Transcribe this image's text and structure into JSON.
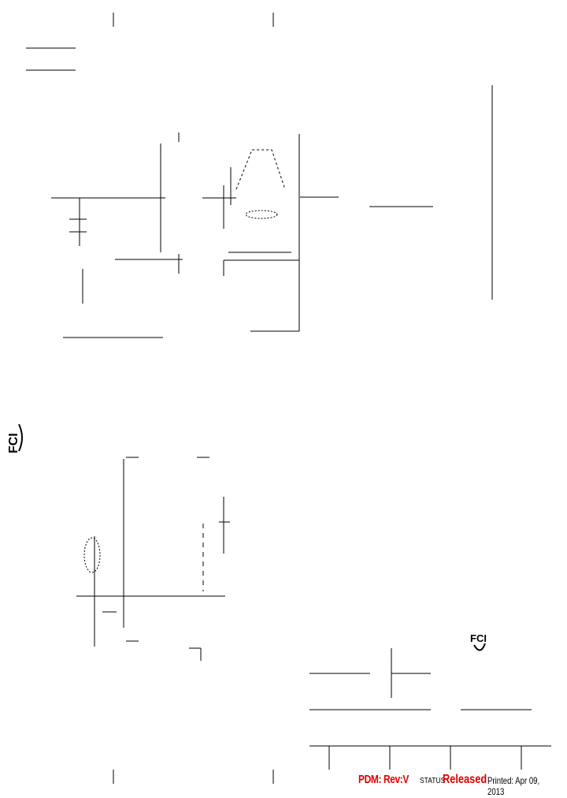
{
  "logo": {
    "text": "FCI",
    "color": "#000000"
  },
  "footer": {
    "pdm_revision": "PDM: Rev:V",
    "status_label": "STATUS",
    "status_value": "Released",
    "printed_date": "Printed: Apr 09, 2013"
  },
  "colors": {
    "accent_red": "#e00000",
    "line": "#000000"
  }
}
